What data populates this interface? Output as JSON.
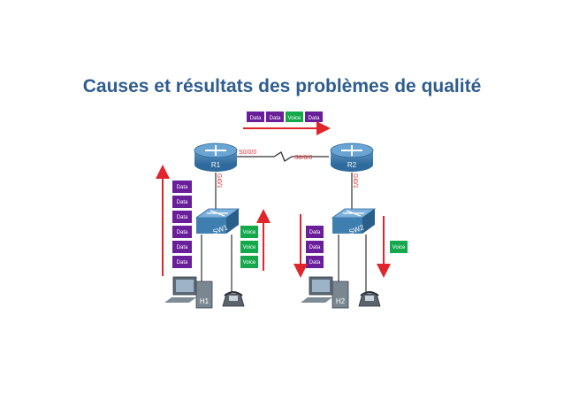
{
  "title": "Causes et résultats des problèmes de qualité",
  "colors": {
    "title": "#2e5d8f",
    "data": "#6a1f9a",
    "voice": "#13a84b",
    "arrow": "#e0262c",
    "device": "#3f7fb0"
  },
  "devices": {
    "r1": "R1",
    "r2": "R2",
    "sw1": "SW1",
    "sw2": "SW2",
    "h1": "H1",
    "h2": "H2"
  },
  "links": {
    "r1_serial": "S0/0/0",
    "r2_serial": "S0/0/0",
    "r1_gi": "Gi0/1",
    "r2_gi": "Gi0/1"
  },
  "top_packets": [
    "Data",
    "Data",
    "Voice",
    "Data"
  ],
  "r1_up_packets": [
    "Data",
    "Data",
    "Data",
    "Data",
    "Data",
    "Data"
  ],
  "sw1_voice_packets": [
    "Voice",
    "Voice",
    "Voice"
  ],
  "sw2_down_packets": [
    "Data",
    "Data",
    "Data"
  ],
  "sw2_voice_packets": [
    "Voice"
  ]
}
